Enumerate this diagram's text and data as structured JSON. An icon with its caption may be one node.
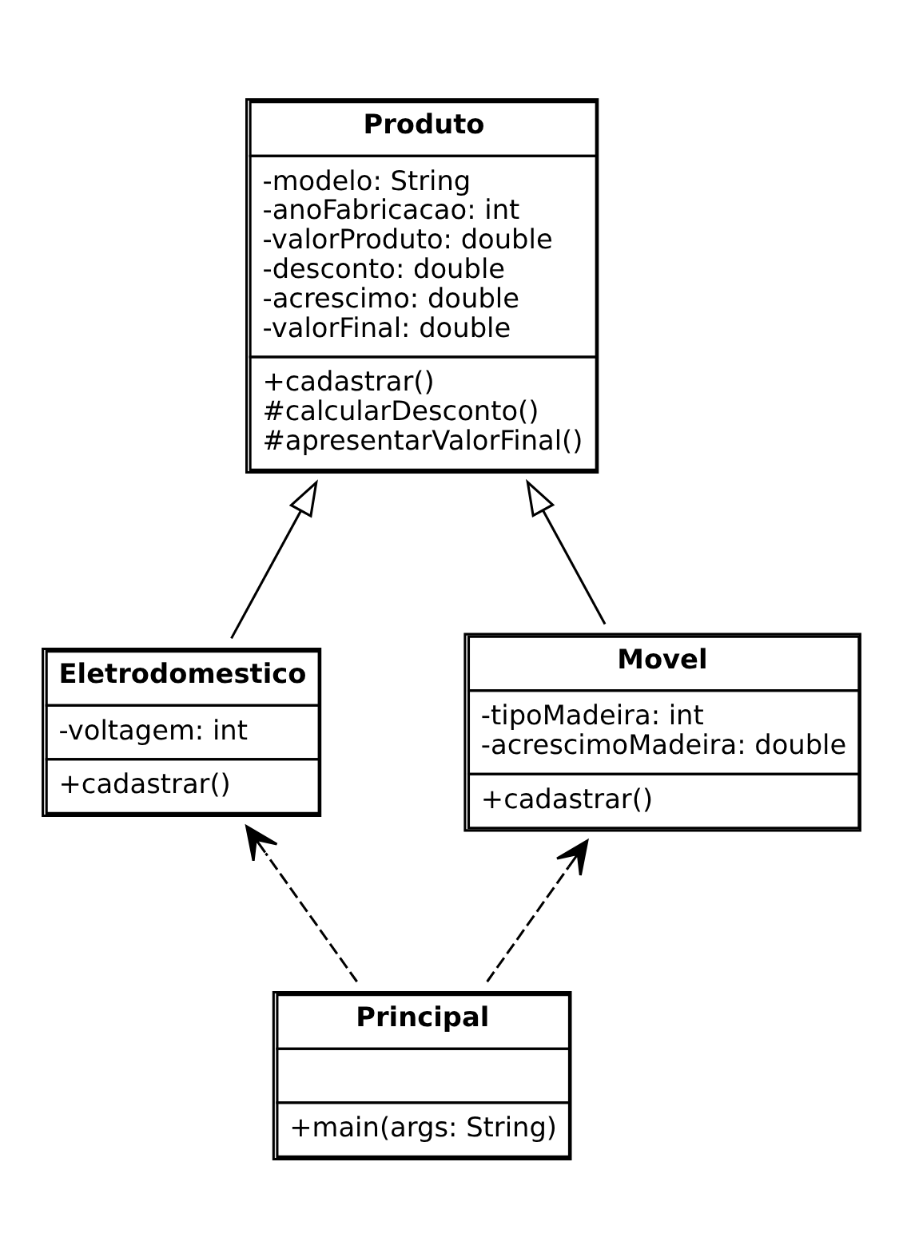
{
  "diagram": {
    "nodes": [
      {
        "text": [
          "Produto",
          "-modelo: String -anoFabricacao: int -valorProduto: double -desconto: double -acrescimo: double -valorFinal: double",
          "+cadastrar() #calcularDesconto() #apresentarValorFinal()"
        ]
      },
      {
        "text": [
          "Eletrodomestico",
          "-voltagem: int",
          "+cadastrar()"
        ]
      },
      {
        "text": [
          "Movel",
          "-tipoMadeira: int -acrescimoMadeira: double",
          "+cadastrar()"
        ]
      },
      {
        "text": [
          "Principal",
          "+main(args: String)"
        ]
      }
    ],
    "edges": [
      {
        "from": 1,
        "to": 0,
        "arrow": "to"
      },
      {
        "from": 2,
        "to": 0,
        "arrow": "to"
      },
      {
        "from": 3,
        "to": 1,
        "arrow": "to",
        "style": "dashed"
      },
      {
        "from": 3,
        "to": 2,
        "arrow": "to",
        "style": "dashed"
      }
    ]
  }
}
